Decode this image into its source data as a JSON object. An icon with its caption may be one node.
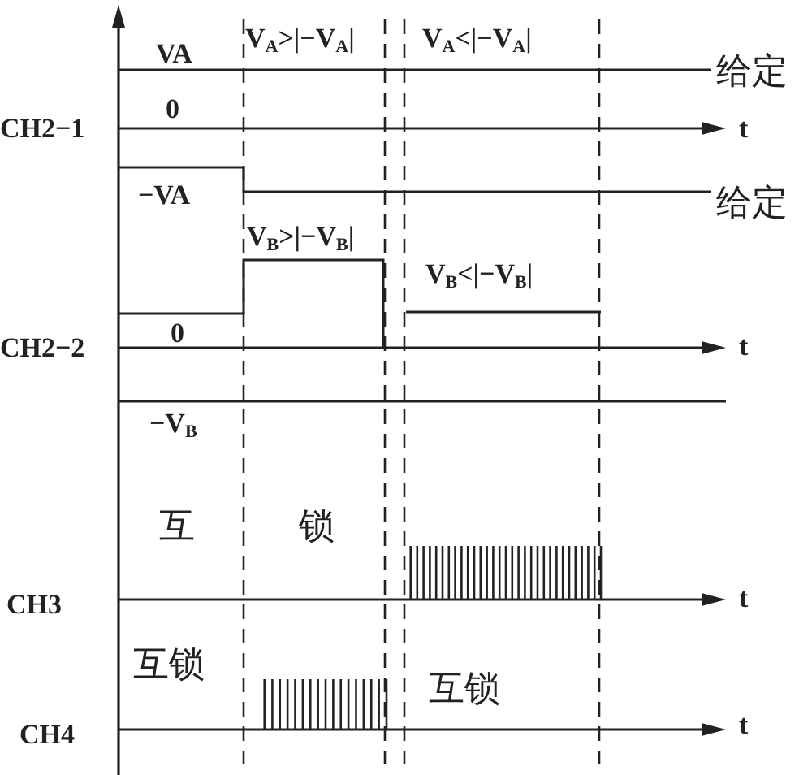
{
  "diagram": {
    "labels": [
      "VA",
      "V$_{A}$>|−V$_{A}$|",
      "V$_{A}$<|−V$_{A}$|",
      "给定",
      "0",
      "CH2−1",
      "t",
      "−VA",
      "给定",
      "V$_{B}$>|−V$_{B}$|",
      "V$_{B}$<|−V$_{B}$|",
      "0",
      "CH2−2",
      "t",
      "−V$_{B}$",
      "互",
      "锁",
      "CH3",
      "t",
      "互锁",
      "互锁",
      "CH4",
      "t"
    ]
  }
}
